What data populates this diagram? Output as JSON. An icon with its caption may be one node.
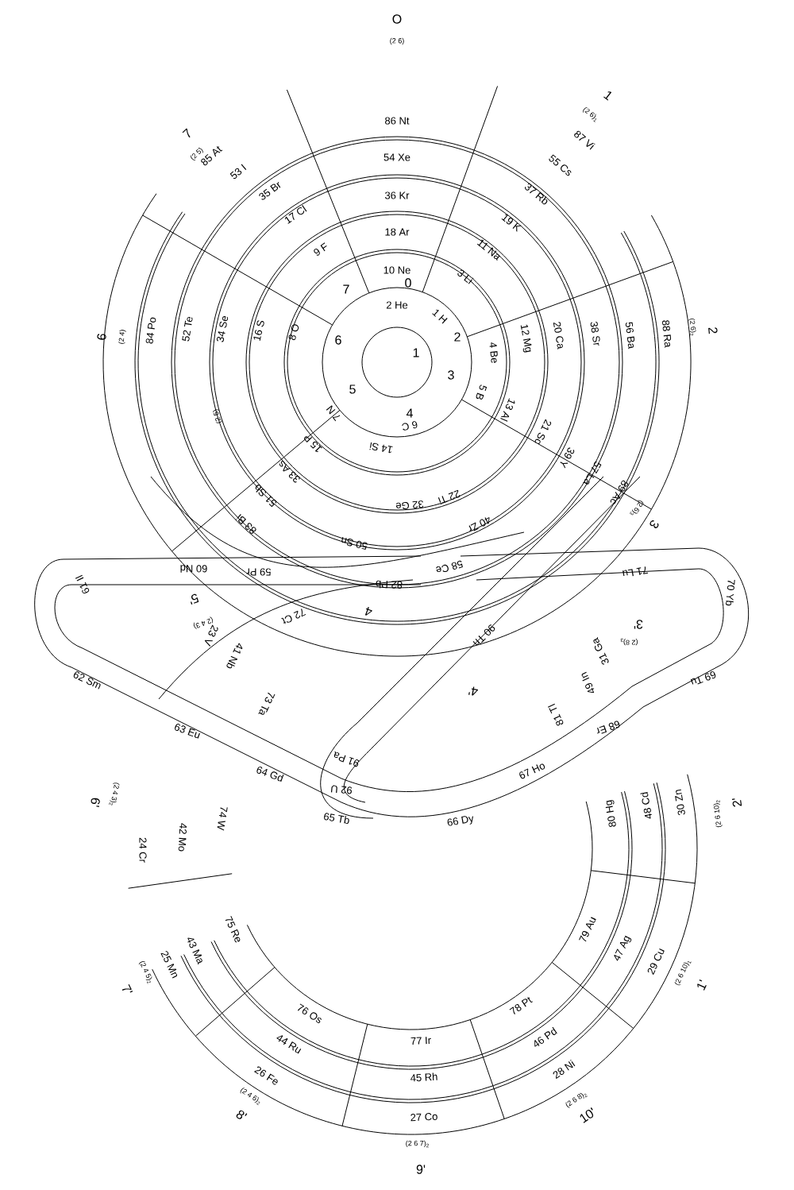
{
  "diagram": {
    "labels": [
      "O",
      "(2 6)",
      "7",
      "(2 5)",
      "1",
      "(2 6)$_{1}$",
      "6",
      "(2 4)",
      "2",
      "(2 6)$_{2}$",
      "86 Nt",
      "54 Xe",
      "36 Kr",
      "18 Ar",
      "10 Ne",
      "2 He",
      "85 At",
      "53 I",
      "35 Br",
      "17 Cl",
      "9 F",
      "87 Vi",
      "55 Cs",
      "37 Rb",
      "19 K",
      "11 Na",
      "3 Li",
      "1 H",
      "0",
      "1",
      "2",
      "3",
      "4",
      "5",
      "6",
      "7",
      "84 Po",
      "52 Te",
      "34 Se",
      "16 S",
      "8 O",
      "88 Ra",
      "56 Ba",
      "38 Sr",
      "20 Ca",
      "12 Mg",
      "4 Be",
      "5 B",
      "13 Al",
      "21 Sc",
      "39 Y",
      "57 La",
      "89 Ac",
      "3",
      "(2 6)$_{3}$",
      "7 N",
      "15 P",
      "33 As",
      "51 Sb",
      "83 Bi",
      "(2 5)",
      "6 C",
      "14 Si",
      "32 Ge",
      "50 Sn",
      "22 Ti",
      "40 Zr",
      "58 Ce",
      "82 Pb",
      "60 Nd",
      "59 Pr",
      "61 Il",
      "71 Lu",
      "70 Yb",
      "5'",
      "(2 4 3)",
      "72 Ct",
      "4",
      "90 Th",
      "3'",
      "(2 8)$_{3}$",
      "62 Sm",
      "23 V",
      "41 Nb",
      "73 Ta",
      "31 Ga",
      "49 In",
      "81 Tl",
      "69 Tu",
      "63 Eu",
      "64 Gd",
      "91 Pa",
      "92 U",
      "4'",
      "68 Er",
      "6'",
      "(2 4 3)$_{2}$",
      "24 Cr",
      "42 Mo",
      "74 W",
      "65 Tb",
      "66 Dy",
      "67 Ho",
      "80 Hg",
      "48 Cd",
      "30 Zn",
      "2'",
      "(2 6 10)$_{2}$",
      "75 Re",
      "43 Ma",
      "25 Mn",
      "7'",
      "(2 4 5)$_{2}$",
      "79 Au",
      "47 Ag",
      "29 Cu",
      "1'",
      "(2 6 10)$_{1}$",
      "76 Os",
      "44 Ru",
      "26 Fe",
      "8'",
      "(2 4 6)$_{2}$",
      "77 Ir",
      "45 Rh",
      "27 Co",
      "78 Pt",
      "46 Pd",
      "28 Ni",
      "10'",
      "(2 6 8)$_{2}$",
      "(2 6 7)$_{2}$",
      "9'"
    ]
  }
}
